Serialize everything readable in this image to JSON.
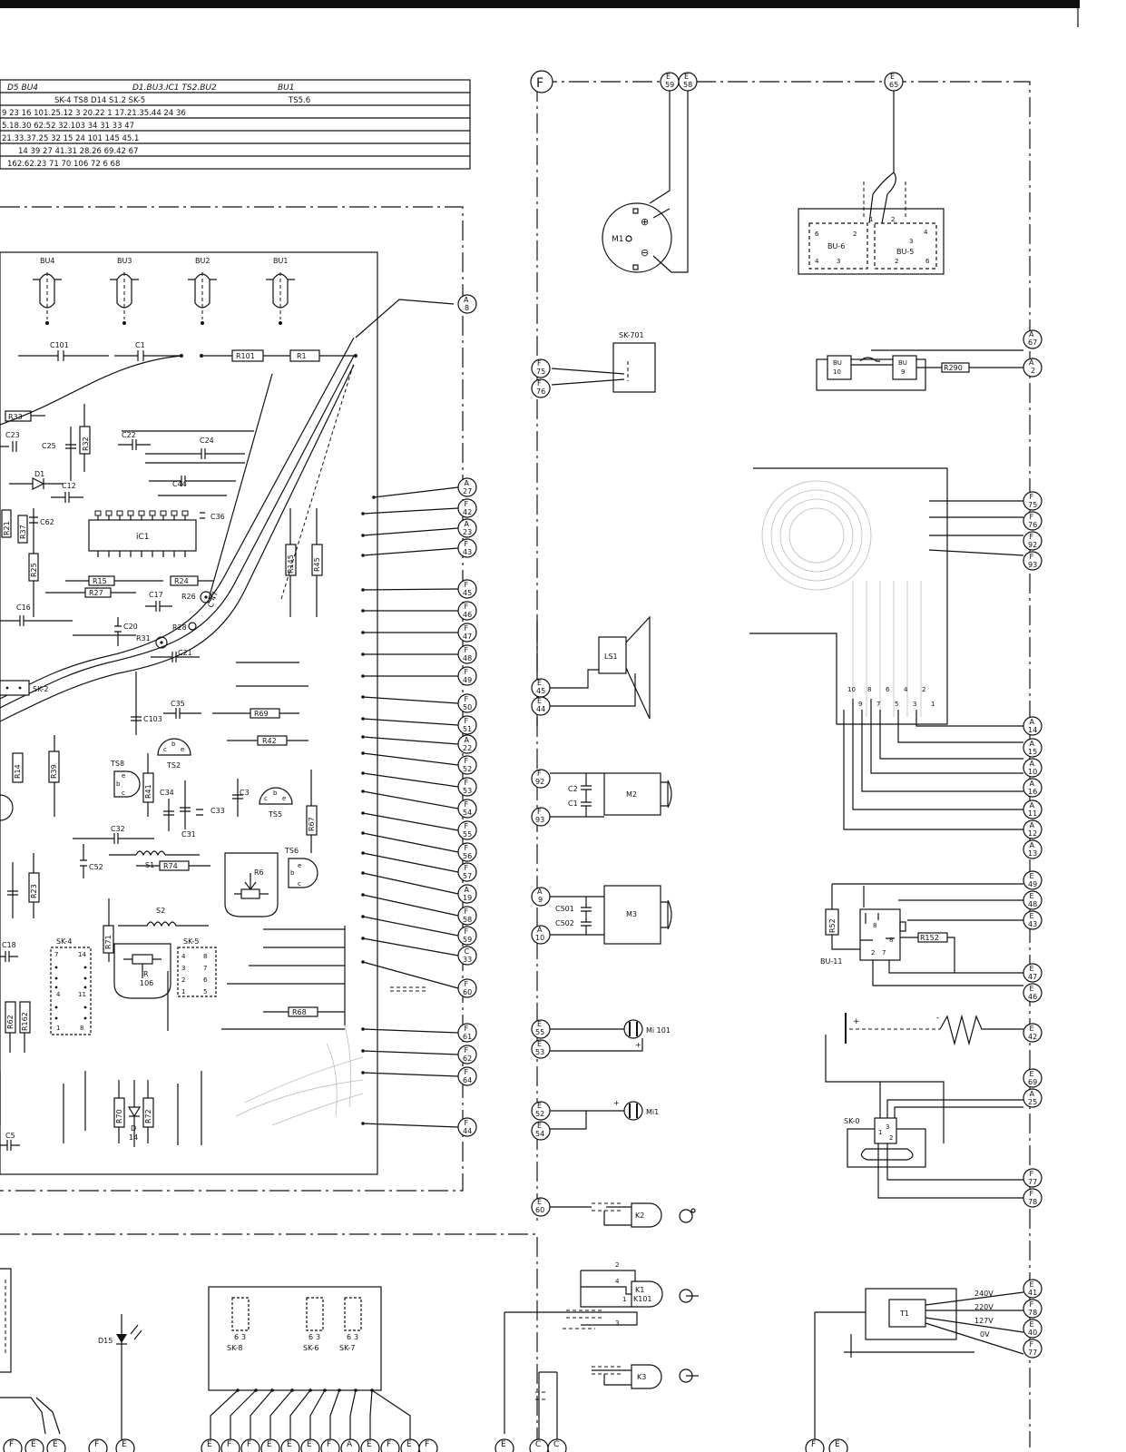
{
  "header_table": {
    "rows": [
      [
        "D5  BU4",
        "D1.BU3.IC1   TS2.BU2",
        "BU1"
      ],
      [
        "SK-4   TS8 D14  S1.2  SK-5",
        "TS5.6"
      ],
      [
        "9 23 16   101.25.12   3 20.22  1  17.21.35.44  24  36"
      ],
      [
        "5.18.30   62.52   32.103   34  31  33  47"
      ],
      [
        "21.33.37.25   32  15   24   101   145  45.1"
      ],
      [
        "14   39   27   41.31   28.26   69.42   67"
      ],
      [
        "162.62.23   71  70  106  72   6   68"
      ]
    ]
  },
  "connectors": {
    "F": "F",
    "E59": [
      "E",
      "59"
    ],
    "E58": [
      "E",
      "58"
    ],
    "E65": [
      "E",
      "65"
    ],
    "A8": [
      "A",
      "8"
    ],
    "A27": [
      "A",
      "27"
    ],
    "F42": [
      "F",
      "42"
    ],
    "A23": [
      "A",
      "23"
    ],
    "F43": [
      "F",
      "43"
    ],
    "F45": [
      "F",
      "45"
    ],
    "F46": [
      "F",
      "46"
    ],
    "F47": [
      "F",
      "47"
    ],
    "F48": [
      "F",
      "48"
    ],
    "F49": [
      "F",
      "49"
    ],
    "F50": [
      "F",
      "50"
    ],
    "F51": [
      "F",
      "51"
    ],
    "A22": [
      "A",
      "22"
    ],
    "F52": [
      "F",
      "52"
    ],
    "F53": [
      "F",
      "53"
    ],
    "F54": [
      "F",
      "54"
    ],
    "F55": [
      "F",
      "55"
    ],
    "F56": [
      "F",
      "56"
    ],
    "F57": [
      "F",
      "57"
    ],
    "A19": [
      "A",
      "19"
    ],
    "F58": [
      "F",
      "58"
    ],
    "F59": [
      "F",
      "59"
    ],
    "C33": [
      "C",
      "33"
    ],
    "F60": [
      "F",
      "60"
    ],
    "F61": [
      "F",
      "61"
    ],
    "F62": [
      "F",
      "62"
    ],
    "F64": [
      "F",
      "64"
    ],
    "F44": [
      "F",
      "44"
    ],
    "F75a": [
      "F",
      "75"
    ],
    "F76a": [
      "F",
      "76"
    ],
    "E45": [
      "E",
      "45"
    ],
    "E44": [
      "E",
      "44"
    ],
    "F92a": [
      "F",
      "92"
    ],
    "F93a": [
      "F",
      "93"
    ],
    "A9": [
      "A",
      "9"
    ],
    "A10a": [
      "A",
      "10"
    ],
    "E55": [
      "E",
      "55"
    ],
    "E53": [
      "E",
      "53"
    ],
    "E52": [
      "E",
      "52"
    ],
    "E54": [
      "E",
      "54"
    ],
    "E60": [
      "E",
      "60"
    ],
    "A67": [
      "A",
      "67"
    ],
    "A2": [
      "A",
      "2"
    ],
    "F75b": [
      "F",
      "75"
    ],
    "F76b": [
      "F",
      "76"
    ],
    "F92b": [
      "F",
      "92"
    ],
    "F93b": [
      "F",
      "93"
    ],
    "A14": [
      "A",
      "14"
    ],
    "A15": [
      "A",
      "15"
    ],
    "A10b": [
      "A",
      "10"
    ],
    "A16": [
      "A",
      "16"
    ],
    "A11": [
      "A",
      "11"
    ],
    "A12": [
      "A",
      "12"
    ],
    "A13": [
      "A",
      "13"
    ],
    "E49": [
      "E",
      "49"
    ],
    "E48": [
      "E",
      "48"
    ],
    "E43": [
      "E",
      "43"
    ],
    "E47": [
      "E",
      "47"
    ],
    "E46": [
      "E",
      "46"
    ],
    "E42": [
      "E",
      "42"
    ],
    "E69": [
      "E",
      "69"
    ],
    "A25": [
      "A",
      "25"
    ],
    "F77a": [
      "F",
      "77"
    ],
    "F78a": [
      "F",
      "78"
    ],
    "E41": [
      "E",
      "41"
    ],
    "F78b": [
      "F",
      "78"
    ],
    "E40": [
      "E",
      "40"
    ],
    "F77b": [
      "F",
      "77"
    ]
  },
  "bottom_row": [
    "F",
    "E",
    "E",
    "F",
    "E",
    "E",
    "F",
    "F",
    "E",
    "E",
    "E",
    "F",
    "A",
    "E",
    "F",
    "E",
    "F",
    "E",
    "C",
    "C",
    "F",
    "E"
  ],
  "board": {
    "bu_labels": [
      "BU4",
      "BU3",
      "BU2",
      "BU1"
    ],
    "labels": {
      "C101": "C101",
      "C1": "C1",
      "R101": "R101",
      "R1": "R1",
      "R33": "R33",
      "C23": "C23",
      "C25": "C25",
      "R32": "R32",
      "C22": "C22",
      "C24": "C24",
      "D1": "D1",
      "C12": "C12",
      "C44": "C44",
      "C36": "C36",
      "C62": "C62",
      "R21": "R21",
      "R37": "R37",
      "IC1": "iC1",
      "R25": "R25",
      "R145": "R145",
      "R45": "R45",
      "R15": "R15",
      "R24": "R24",
      "R27": "R27",
      "C17": "C17",
      "R26": "R26",
      "C16": "C16",
      "C20": "C20",
      "R28": "R28",
      "C47": "C 47",
      "R31": "R31",
      "C21": "C21",
      "SK2": "SK-2",
      "C35": "C35",
      "C103": "C103",
      "R69": "R69",
      "R42": "R42",
      "TS8": "TS8",
      "TS2": "TS2",
      "R14": "R14",
      "R39": "R39",
      "R41": "R41",
      "C34": "C34",
      "C31": "C31",
      "C3": "C3",
      "C33": "C33",
      "TS5": "TS5",
      "R67": "R67",
      "C32": "C32",
      "S1": "S1",
      "R74": "R74",
      "C52": "C52",
      "TS6": "TS6",
      "R6": "R6",
      "R23": "R23",
      "S2": "S2",
      "R71": "R71",
      "C18": "C18",
      "SK4": "SK-4",
      "SK5": "SK-5",
      "R106": "R",
      "R106b": "106",
      "R62": "R62",
      "R162": "R162",
      "R68": "R68",
      "R70": "R70",
      "D14": "D",
      "D14b": "14",
      "R72": "R72",
      "C5": "C5"
    },
    "sk4_pins": [
      "7",
      "14",
      "4",
      "11",
      "1",
      "8"
    ],
    "sk5_pins": [
      "4",
      "8",
      "3",
      "7",
      "2",
      "6",
      "1",
      "5"
    ]
  },
  "right": {
    "M1": "M1",
    "plus": "⊕",
    "minus": "⊖",
    "SK701": "SK-701",
    "BU6": "BU-6",
    "BU5": "BU-5",
    "bu6_pins": [
      "6",
      "2",
      "4",
      "3"
    ],
    "bu5_pins": [
      "3",
      "4",
      "2",
      "6"
    ],
    "bu_top_pins": [
      "1",
      "2"
    ],
    "BU10": [
      "BU",
      "10"
    ],
    "BU9": [
      "BU",
      "9"
    ],
    "R290": "R290",
    "LS1": "LS1",
    "M2": "M2",
    "C2": "C2",
    "C1": "C1",
    "M3": "M3",
    "C501": "C501",
    "C502": "C502",
    "Mi101": "Mi 101",
    "Mi1": "Mi1",
    "K2": "K2",
    "K1": "K1",
    "K101": "K101",
    "K3": "K3",
    "relay_pins": [
      "2",
      "4",
      "1",
      "3"
    ],
    "sk8": "SK-8",
    "sk6": "SK-6",
    "sk7": "SK-7",
    "sk_pins": [
      "6",
      "3"
    ],
    "D15": "D15",
    "pcb_pins_top": [
      "10",
      "8",
      "6",
      "4",
      "2"
    ],
    "pcb_pins_bot": [
      "9",
      "7",
      "5",
      "3",
      "1"
    ],
    "R52": "R52",
    "R152": "R152",
    "BU11": "BU-11",
    "bu11_pins": [
      "8",
      "8",
      "2",
      "7"
    ],
    "battery_plus": "+",
    "battery_minus": "-",
    "SK0": "SK-0",
    "sk0_pins": [
      "1",
      "3",
      "2"
    ],
    "T1": "T1",
    "voltages": [
      "240V",
      "220V",
      "127V",
      "0V"
    ]
  }
}
